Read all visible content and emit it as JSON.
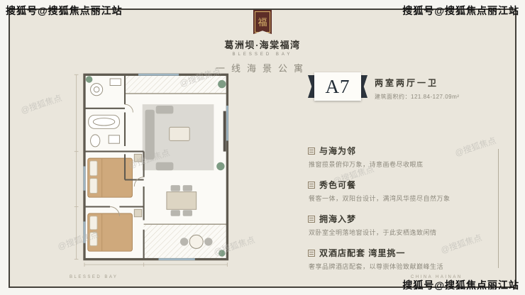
{
  "watermarks": {
    "corner": "搜狐号@搜狐焦点丽江站",
    "diagonal": "@搜狐焦点"
  },
  "brand": {
    "seal_character": "福",
    "name": "葛洲坝·海棠福湾",
    "name_en": "BLESSED BAY",
    "tagline": "一线海景公寓"
  },
  "unit": {
    "code": "A7",
    "layout": "两室两厅一卫",
    "area": "建筑面积约：121.84-127.09m²"
  },
  "features": [
    {
      "title": "与海为邻",
      "desc": "推窗揽景俯仰万象，诗意画卷尽收眼底"
    },
    {
      "title": "秀色可餐",
      "desc": "餐客一体，双阳台设计，满湾风华揽尽自然万象"
    },
    {
      "title": "拥海入梦",
      "desc": "双卧室全明落地窗设计，于此安栖逸致闲情"
    },
    {
      "title": "双酒店配套 湾里挑一",
      "desc": "奢享品牌酒店配套，以尊崇体验致献巅峰生活"
    }
  ],
  "footer": {
    "left": "BLESSED BAY",
    "right": "CHINA HAINAN"
  }
}
